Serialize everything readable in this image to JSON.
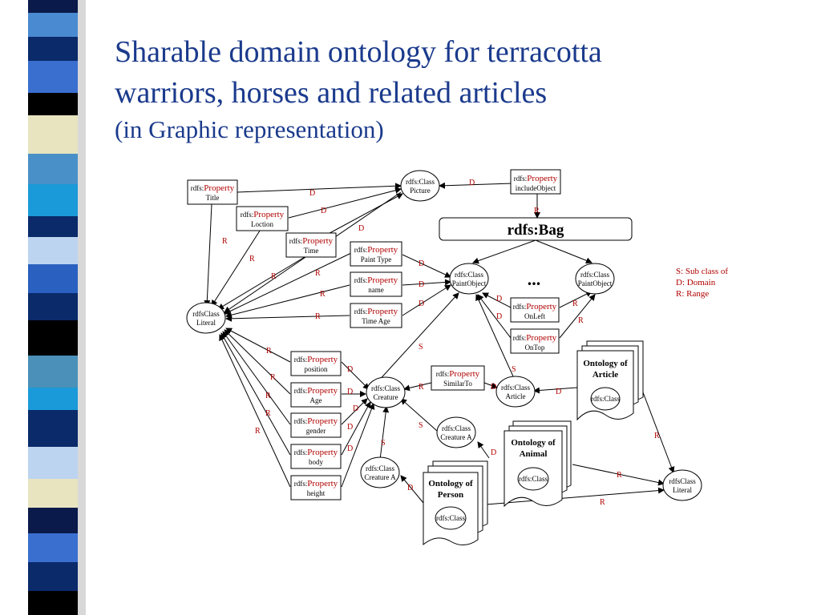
{
  "slide": {
    "title_line1": "Sharable domain ontology for terracotta",
    "title_line2": "warriors, horses and related articles",
    "title_line3": "(in Graphic representation)"
  },
  "legend": {
    "s": "S: Sub class of",
    "d": "D: Domain",
    "r": "R: Range"
  },
  "bag": {
    "label": "rdfs:Bag",
    "ellipsis": "..."
  },
  "prefix_class": "rdfs:Class",
  "prefix_literal": "rdfsClass",
  "prefix_property": "rdfs:",
  "property_word": "Property",
  "classes": {
    "picture": "Picture",
    "paint1": "PaintObject",
    "paint2": "PaintObject",
    "literal1": "Literal",
    "literal2": "Literal",
    "creature1": "Creature",
    "creature_a1": "Creature A",
    "creature_a2": "Creature A",
    "article": "Article"
  },
  "properties": {
    "title": "Title",
    "loction": "Loction",
    "time": "Time",
    "paint_type": "Paint Type",
    "name": "name",
    "time_age": "Time Age",
    "include_object": "includeObject",
    "on_left": "OnLeft",
    "on_top": "OnTop",
    "similar_to": "SimilarTo",
    "position": "position",
    "age": "Age",
    "gender": "gender",
    "body": "body",
    "height": "height"
  },
  "documents": {
    "article": {
      "title1": "Ontology of",
      "title2": "Article",
      "inner": "rdfs:Class"
    },
    "animal": {
      "title1": "Ontology of",
      "title2": "Animal",
      "inner": "rdfs:Class"
    },
    "person": {
      "title1": "Ontology of",
      "title2": "Person",
      "inner": "rdfs:Class"
    }
  },
  "edge_labels": {
    "d": "D",
    "r": "R",
    "s": "S"
  },
  "colors": {
    "title": "#1a3a8c",
    "edge_label": "#b00000",
    "stripe_dark": "#0a2a6a",
    "stripe_mid": "#3a6fd0",
    "stripe_light": "#bcd4f0",
    "stripe_cream": "#e8e4c0"
  }
}
